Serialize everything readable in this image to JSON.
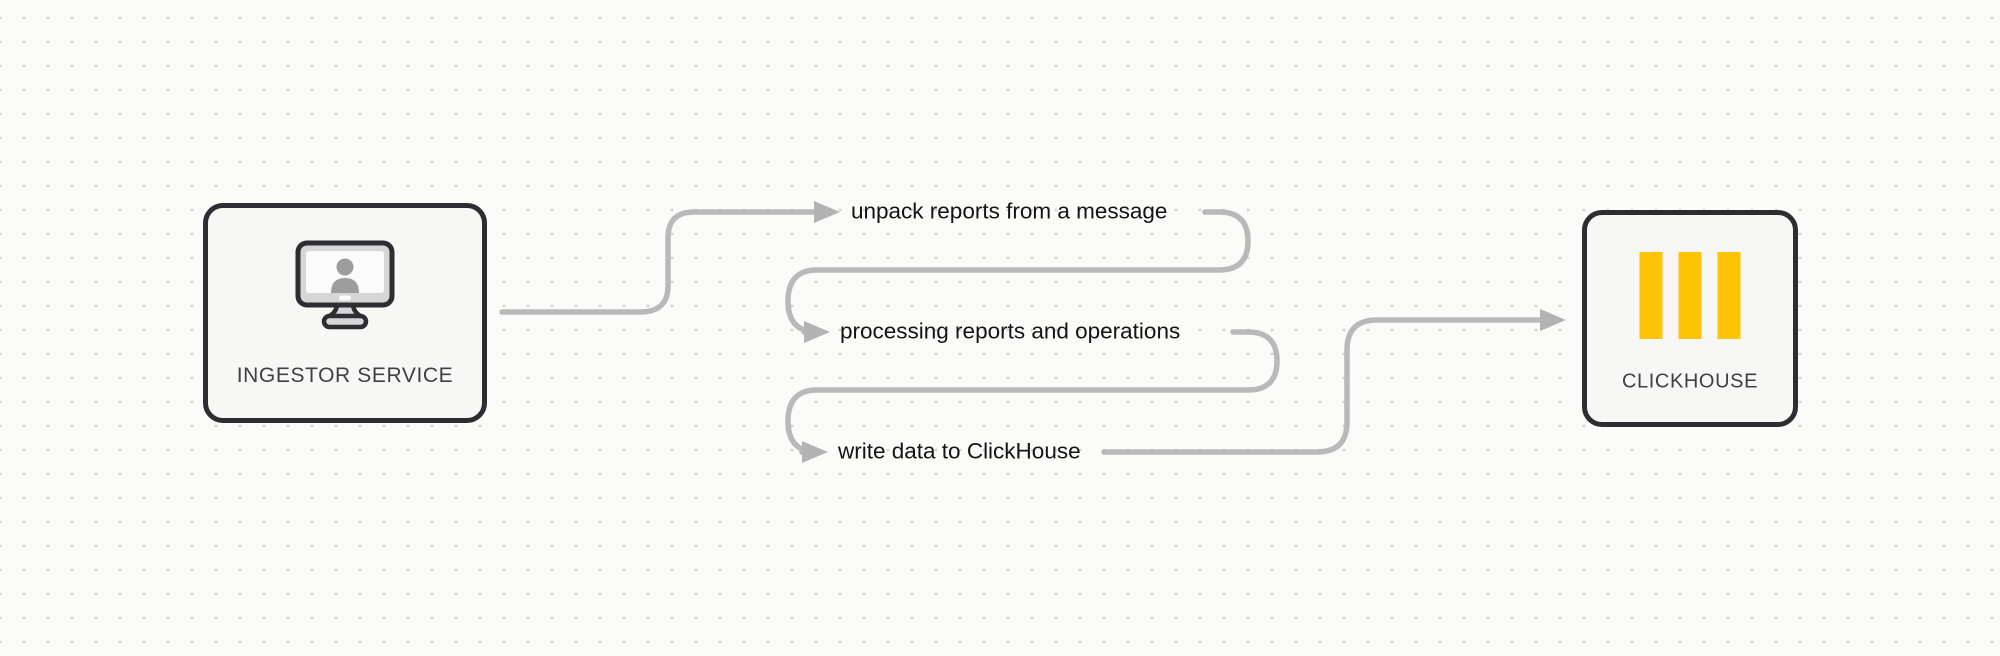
{
  "diagram": {
    "nodes": {
      "ingestor": {
        "label": "INGESTOR SERVICE",
        "icon": "monitor-user-icon"
      },
      "clickhouse": {
        "label": "CLICKHOUSE",
        "icon": "clickhouse-bars-icon"
      }
    },
    "steps": [
      {
        "label": "unpack reports from a message"
      },
      {
        "label": "processing reports and operations"
      },
      {
        "label": "write data to ClickHouse"
      }
    ],
    "colors": {
      "background": "#fbfbf9",
      "grid_dot": "#d7d7d3",
      "connector": "#b9b9b9",
      "arrowhead": "#b3b3b3",
      "node_border": "#2c2e31",
      "node_fill": "#f7f7f5",
      "node_label_text": "#3d4046",
      "step_text": "#141414",
      "clickhouse_yellow": "#fdc408",
      "monitor_bezel": "#d6d6d6",
      "monitor_screen": "#fbfbfb",
      "person_silhouette": "#9d9d9d"
    }
  }
}
